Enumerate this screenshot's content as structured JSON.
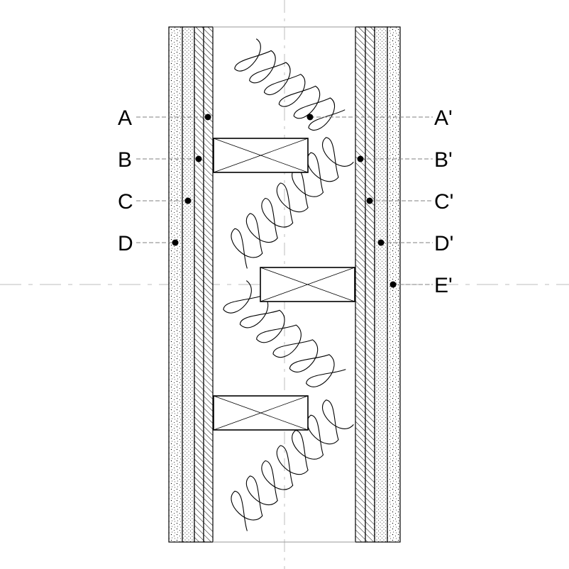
{
  "labels": {
    "left": [
      "A",
      "B",
      "C",
      "D"
    ],
    "right": [
      "A'",
      "B'",
      "C'",
      "D'",
      "E'"
    ]
  },
  "colors": {
    "line": "#000000",
    "center_line": "#bdbdbd",
    "leader": "#808080",
    "background": "#ffffff"
  }
}
